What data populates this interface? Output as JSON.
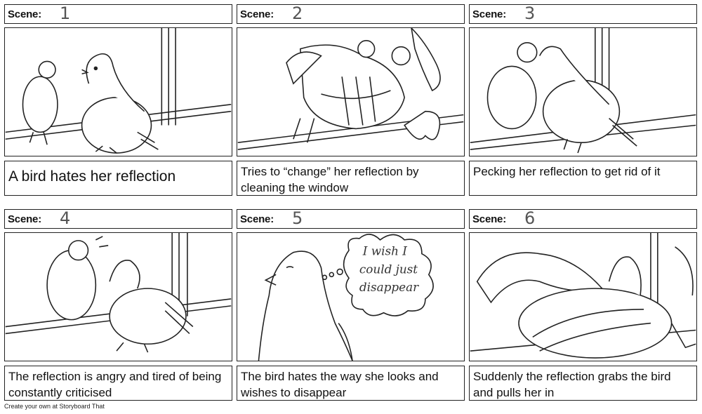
{
  "scene_label": "Scene:",
  "panels": [
    {
      "number": "1",
      "caption": "A bird hates her reflection"
    },
    {
      "number": "2",
      "caption": "Tries to “change” her reflection by cleaning the window"
    },
    {
      "number": "3",
      "caption": "Pecking her reflection to get rid of it"
    },
    {
      "number": "4",
      "caption": "The reflection is angry and tired of being constantly criticised"
    },
    {
      "number": "5",
      "caption": "The bird hates the way she looks and wishes to disappear"
    },
    {
      "number": "6",
      "caption": "Suddenly the reflection grabs the bird and pulls her in"
    }
  ],
  "thought_bubble": {
    "lines": [
      "I wish I",
      "could just",
      "disappear"
    ]
  },
  "footer": "Create your own at Storyboard That"
}
